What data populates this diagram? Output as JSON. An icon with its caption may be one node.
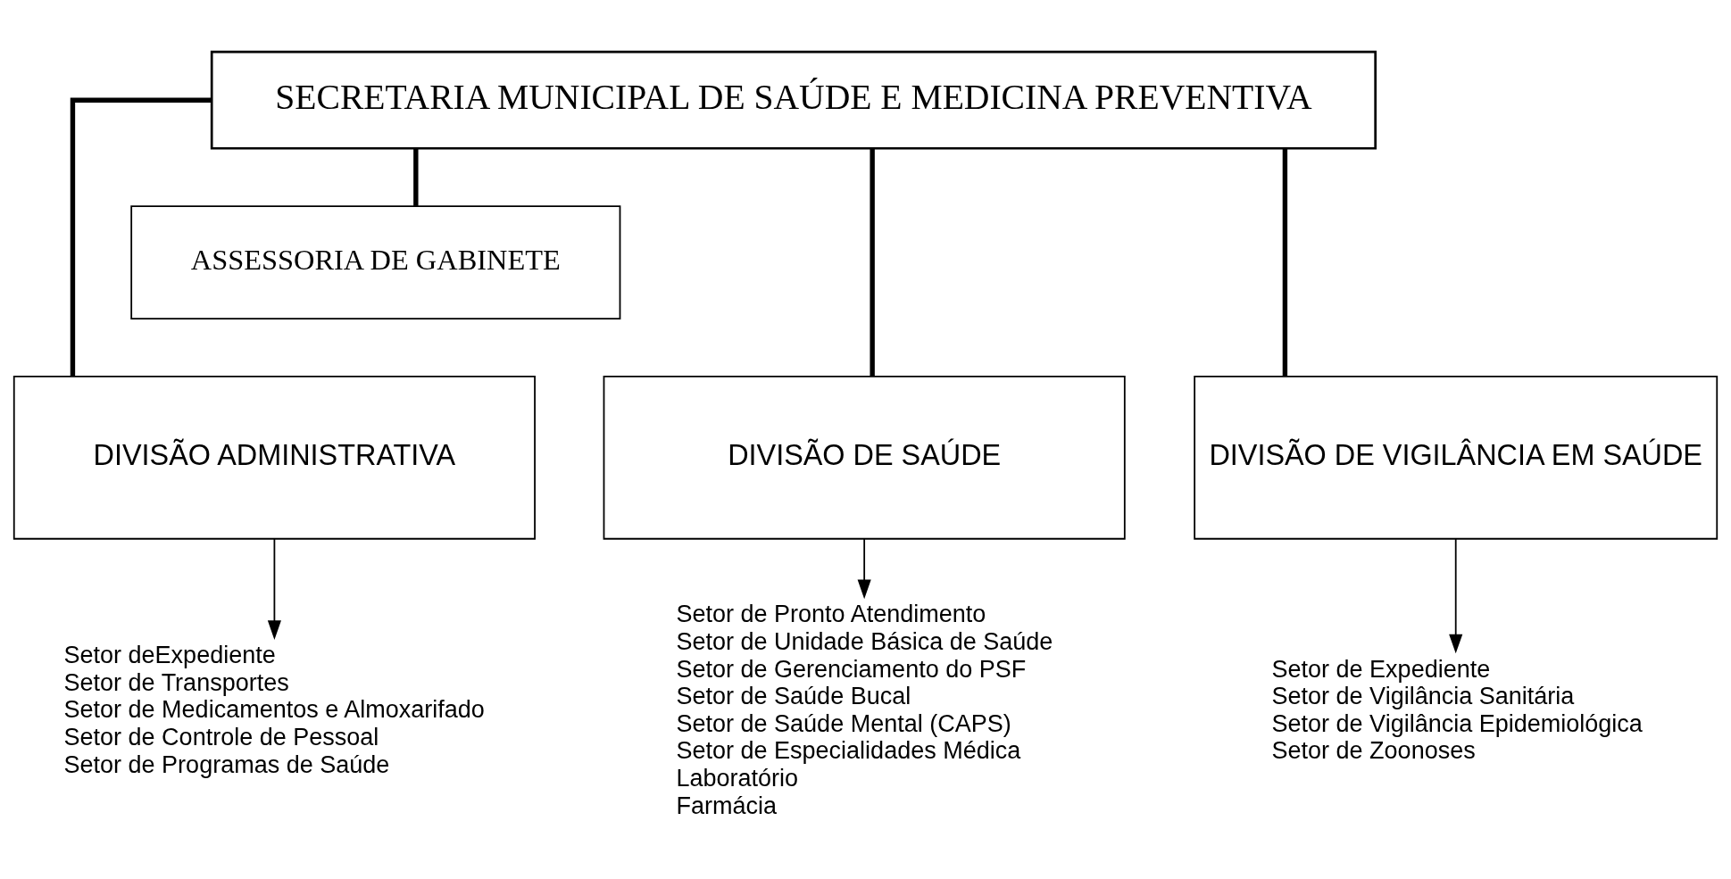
{
  "diagram": {
    "nodes": [
      {
        "text": [
          "SECRETARIA MUNICIPAL DE SAÚDE E MEDICINA PREVENTIVA"
        ]
      },
      {
        "text": [
          "ASSESSORIA DE GABINETE"
        ]
      },
      {
        "text": [
          "DIVISÃO ADMINISTRATIVA"
        ]
      },
      {
        "text": [
          "DIVISÃO DE SAÚDE"
        ]
      },
      {
        "text": [
          "DIVISÃO DE VIGILÂNCIA EM SAÚDE"
        ]
      },
      {
        "text": [
          "Setor deExpediente",
          "Setor de Transportes",
          "Setor de Medicamentos e Almoxarifado",
          "Setor de Controle de Pessoal",
          "Setor de Programas de Saúde"
        ]
      },
      {
        "text": [
          "Setor de Pronto Atendimento",
          "Setor de Unidade Básica de Saúde",
          "Setor de Gerenciamento do PSF",
          "Setor de Saúde Bucal",
          "Setor de Saúde Mental (CAPS)",
          "Setor de Especialidades Médica",
          "Laboratório",
          "Farmácia"
        ]
      },
      {
        "text": [
          "Setor de Expediente",
          "Setor de Vigilância Sanitária",
          "Setor de Vigilância Epidemiológica",
          "Setor de Zoonoses"
        ]
      }
    ],
    "edges": [
      {
        "from": 0,
        "to": 1,
        "arrow": "none"
      },
      {
        "from": 0,
        "to": 2,
        "arrow": "none"
      },
      {
        "from": 0,
        "to": 3,
        "arrow": "none"
      },
      {
        "from": 0,
        "to": 4,
        "arrow": "none"
      },
      {
        "from": 2,
        "to": 5,
        "arrow": "to"
      },
      {
        "from": 3,
        "to": 6,
        "arrow": "to"
      },
      {
        "from": 4,
        "to": 7,
        "arrow": "to"
      }
    ]
  }
}
